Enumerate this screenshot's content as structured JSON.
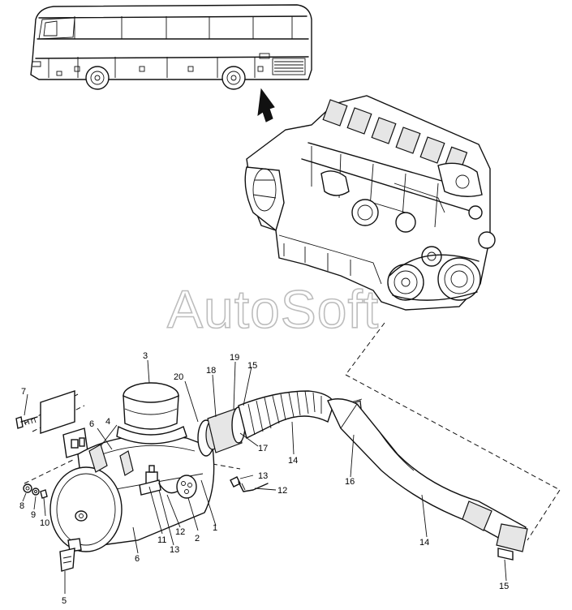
{
  "watermark": "AutoSoft",
  "callouts": {
    "c1": "1",
    "c2": "2",
    "c3": "3",
    "c4": "4",
    "c5": "5",
    "c6a": "6",
    "c6b": "6",
    "c7": "7",
    "c8": "8",
    "c9": "9",
    "c10": "10",
    "c11": "11",
    "c12a": "12",
    "c12b": "12",
    "c13a": "13",
    "c13b": "13",
    "c14a": "14",
    "c14b": "14",
    "c15a": "15",
    "c15b": "15",
    "c16": "16",
    "c17": "17",
    "c18": "18",
    "c19": "19",
    "c20": "20"
  },
  "icons": {
    "bus": "bus-icon",
    "pointer": "location-arrow-icon",
    "engine": "engine-icon",
    "air_filter": "air-filter-icon",
    "hose": "intake-hose-icon"
  }
}
